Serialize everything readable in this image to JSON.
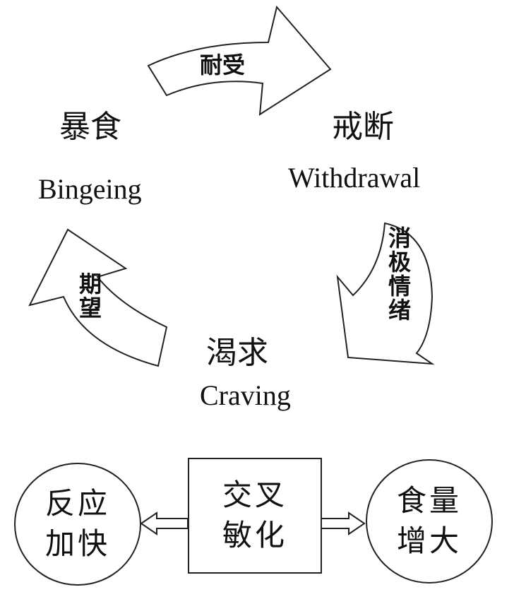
{
  "cycle": {
    "bingeing": {
      "zh": "暴食",
      "en": "Bingeing"
    },
    "withdrawal": {
      "zh": "戒断",
      "en": "Withdrawal"
    },
    "craving": {
      "zh": "渴求",
      "en": "Craving"
    }
  },
  "arrows": {
    "tolerance": "耐受",
    "negative_emotion": "消极情绪",
    "expectation": "期望"
  },
  "bottom": {
    "left_circle": {
      "line1": "反应",
      "line2": "加快"
    },
    "center_box": {
      "line1": "交叉",
      "line2": "敏化"
    },
    "right_circle": {
      "line1": "食量",
      "line2": "增大"
    }
  }
}
